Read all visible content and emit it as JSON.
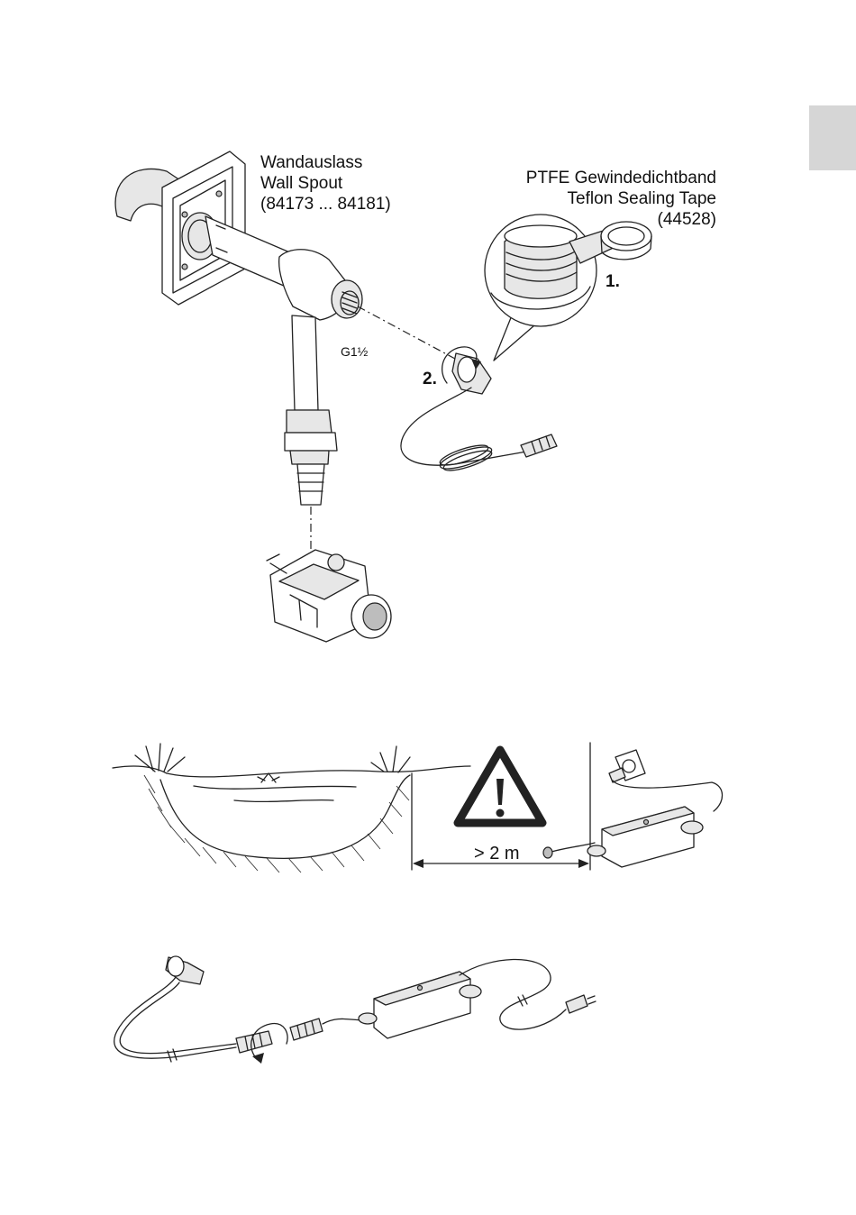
{
  "figure1": {
    "wall_spout_label_de": "Wandauslass",
    "wall_spout_label_en": "Wall Spout",
    "wall_spout_models": "(84173 ... 84181)",
    "thread_size": "G1½",
    "tape_label_de": "PTFE Gewindedichtband",
    "tape_label_en": "Teflon Sealing Tape",
    "tape_part_number": "(44528)",
    "step_1": "1.",
    "step_2": "2."
  },
  "figure2": {
    "distance_label": "> 2 m",
    "warning_symbol": "!"
  },
  "colors": {
    "tab_marker": "#d6d6d6",
    "line_art": "#222222",
    "shading": "#e7e7e7"
  },
  "icons": [
    "warning-triangle-icon",
    "rotate-arrow-icon"
  ]
}
